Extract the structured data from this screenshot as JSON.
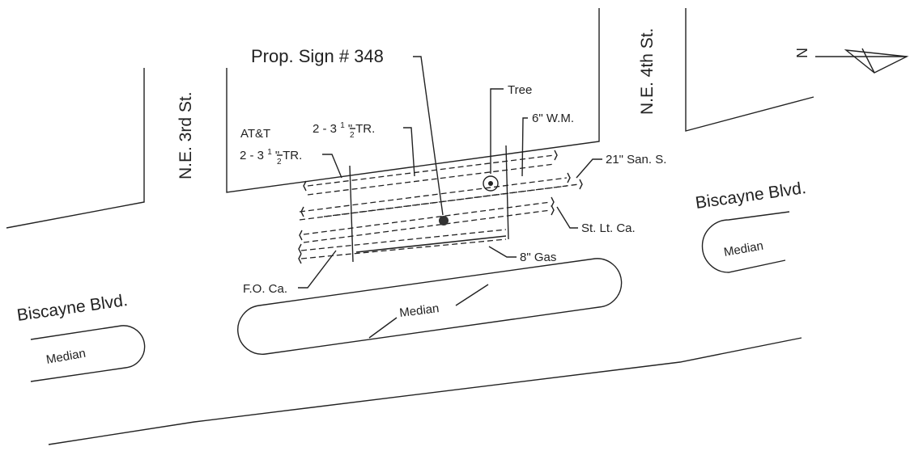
{
  "labels": {
    "sign": "Prop. Sign # 348",
    "tree": "Tree",
    "water_main": "6\" W.M.",
    "sanitary": "21\" San. S.",
    "street_light": "St. Lt. Ca.",
    "gas": "8\" Gas",
    "fiber_optic": "F.O. Ca.",
    "att": "AT&T",
    "tr_prefix": "2 - 3",
    "tr_suffix": "\" TR.",
    "frac_num": "1",
    "frac_den": "2",
    "ne3rd": "N.E. 3rd St.",
    "ne4th": "N.E. 4th St.",
    "biscayne_right": "Biscayne Blvd.",
    "biscayne_left": "Biscayne Blvd.",
    "median_center": "Median",
    "median_right": "Median",
    "median_left": "Median",
    "north": "N"
  }
}
